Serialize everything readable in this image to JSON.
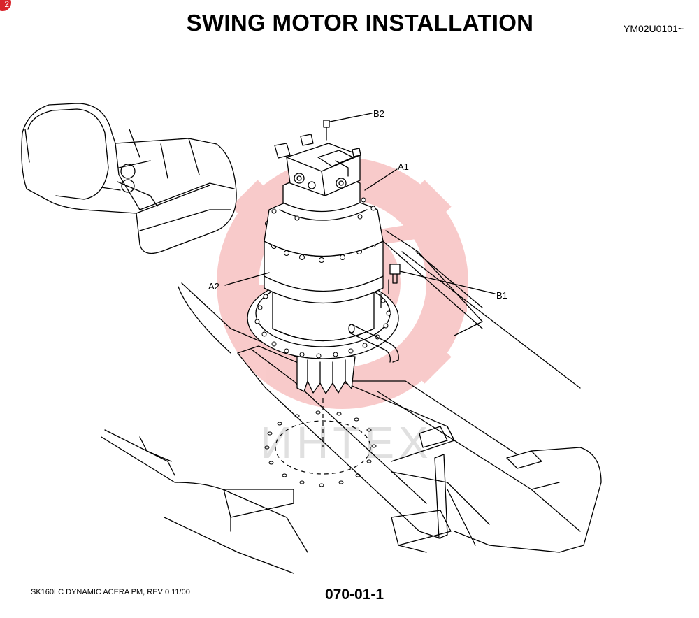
{
  "header": {
    "title": "SWING MOTOR INSTALLATION",
    "serial_code": "YM02U0101~"
  },
  "badge": {
    "number": "2",
    "color": "#d8242b"
  },
  "callouts": {
    "b2": "B2",
    "a1": "A1",
    "a2": "A2",
    "b1": "B1"
  },
  "watermark": {
    "text": "ИНТЕХ",
    "color": "#f6a3a3"
  },
  "footer": {
    "model_rev": "SK160LC DYNAMIC ACERA PM,  REV 0 11/00",
    "page_number": "070-01-1"
  }
}
